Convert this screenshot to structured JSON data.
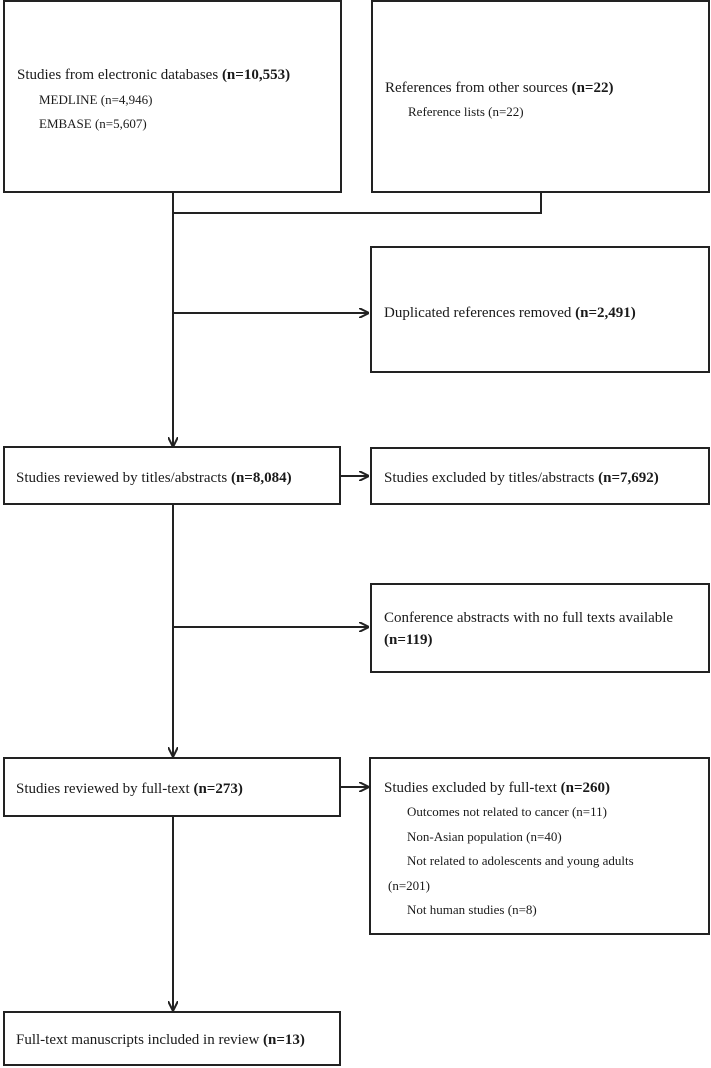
{
  "databases": {
    "title": "Studies from electronic databases ",
    "count": "(n=10,553)",
    "items": [
      "MEDLINE (n=4,946)",
      "EMBASE (n=5,607)"
    ]
  },
  "other_sources": {
    "title": "References from other sources ",
    "count": "(n=22)",
    "items": [
      "Reference lists (n=22)"
    ]
  },
  "duplicates": {
    "title": "Duplicated references removed ",
    "count": "(n=2,491)"
  },
  "title_abstract_review": {
    "title": "Studies reviewed by titles/abstracts ",
    "count": "(n=8,084)"
  },
  "title_abstract_excluded": {
    "title": "Studies excluded by titles/abstracts ",
    "count": "(n=7,692)"
  },
  "conference_abstracts": {
    "title": "Conference abstracts with no full texts available",
    "count": "(n=119)"
  },
  "full_text_review": {
    "title": "Studies reviewed by full-text ",
    "count": "(n=273)"
  },
  "full_text_excluded": {
    "title": "Studies excluded by full-text ",
    "count": "(n=260)",
    "items": [
      "Outcomes not related to cancer (n=11)",
      "Non-Asian population (n=40)",
      "Not related to adolescents and young adults",
      "(n=201)",
      "Not human studies (n=8)"
    ]
  },
  "included": {
    "title": "Full-text manuscripts included in review ",
    "count": "(n=13)"
  }
}
